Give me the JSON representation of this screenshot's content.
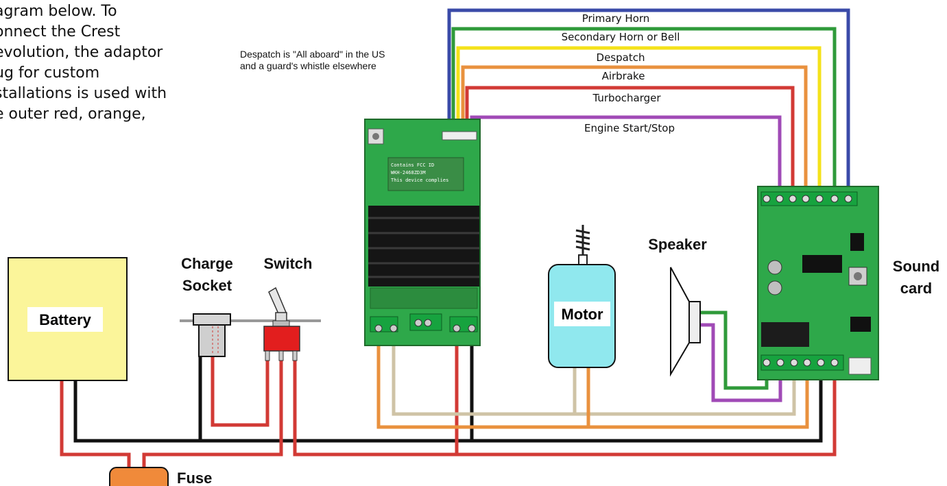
{
  "intro_text": [
    "agram below. To",
    "onnect the Crest",
    "evolution, the adaptor",
    "ug for custom",
    "stallations is used with",
    "e outer red, orange,"
  ],
  "note": [
    "Despatch is \"All aboard\" in the US",
    "and a guard's whistle elsewhere"
  ],
  "wires": {
    "primary_horn": "Primary Horn",
    "secondary_horn": "Secondary Horn or Bell",
    "despatch": "Despatch",
    "airbrake": "Airbrake",
    "turbocharger": "Turbocharger",
    "engine_start_stop": "Engine Start/Stop"
  },
  "components": {
    "battery": "Battery",
    "charge_socket": [
      "Charge",
      "Socket"
    ],
    "switch": "Switch",
    "motor": "Motor",
    "speaker": "Speaker",
    "sound_card": [
      "Sound",
      "card"
    ],
    "fuse": "Fuse"
  },
  "colors": {
    "blue": "#3a4aa8",
    "green": "#2f9a3a",
    "yellow": "#f4e21a",
    "orange": "#e9913e",
    "red": "#d23a35",
    "purple": "#a04ab6",
    "black": "#111111",
    "beige": "#cfc3a6",
    "pcb_green": "#2ea84a",
    "battery_fill": "#fbf59a",
    "motor_fill": "#90e8ee",
    "fuse_fill": "#f08a3a",
    "switch_red": "#e21e1e"
  }
}
